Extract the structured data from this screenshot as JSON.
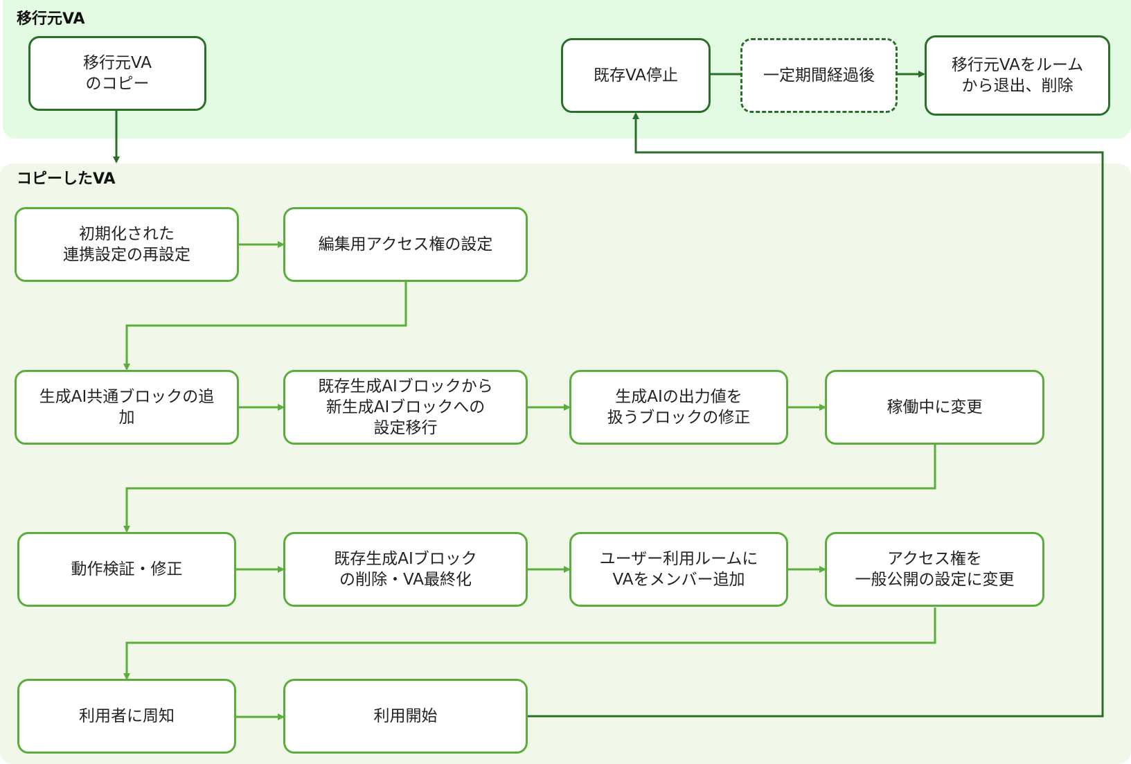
{
  "colors": {
    "source_lane_bg": "#e2fbe2",
    "copy_lane_bg": "#f1f8ea",
    "dark_green": "#2a6e2a",
    "light_green": "#5aad3a"
  },
  "lanes": {
    "source": {
      "title": "移行元VA"
    },
    "copy": {
      "title": "コピーしたVA"
    }
  },
  "nodes": {
    "copy_source": "移行元VA\nのコピー",
    "stop_existing": "既存VA停止",
    "after_period": "一定期間経過後",
    "exit_delete": "移行元VAをルーム\nから退出、削除",
    "reset_integration": "初期化された\n連携設定の再設定",
    "edit_access": "編集用アクセス権の設定",
    "add_common_block": "生成AI共通ブロックの追\n加",
    "migrate_settings": "既存生成AIブロックから\n新生成AIブロックへの\n設定移行",
    "fix_output_blocks": "生成AIの出力値を\n扱うブロックの修正",
    "set_active": "稼働中に変更",
    "verify_fix": "動作検証・修正",
    "delete_finalize": "既存生成AIブロック\nの削除・VA最終化",
    "add_member": "ユーザー利用ルームに\nVAをメンバー追加",
    "public_access": "アクセス権を\n一般公開の設定に変更",
    "notify_users": "利用者に周知",
    "start_use": "利用開始"
  }
}
